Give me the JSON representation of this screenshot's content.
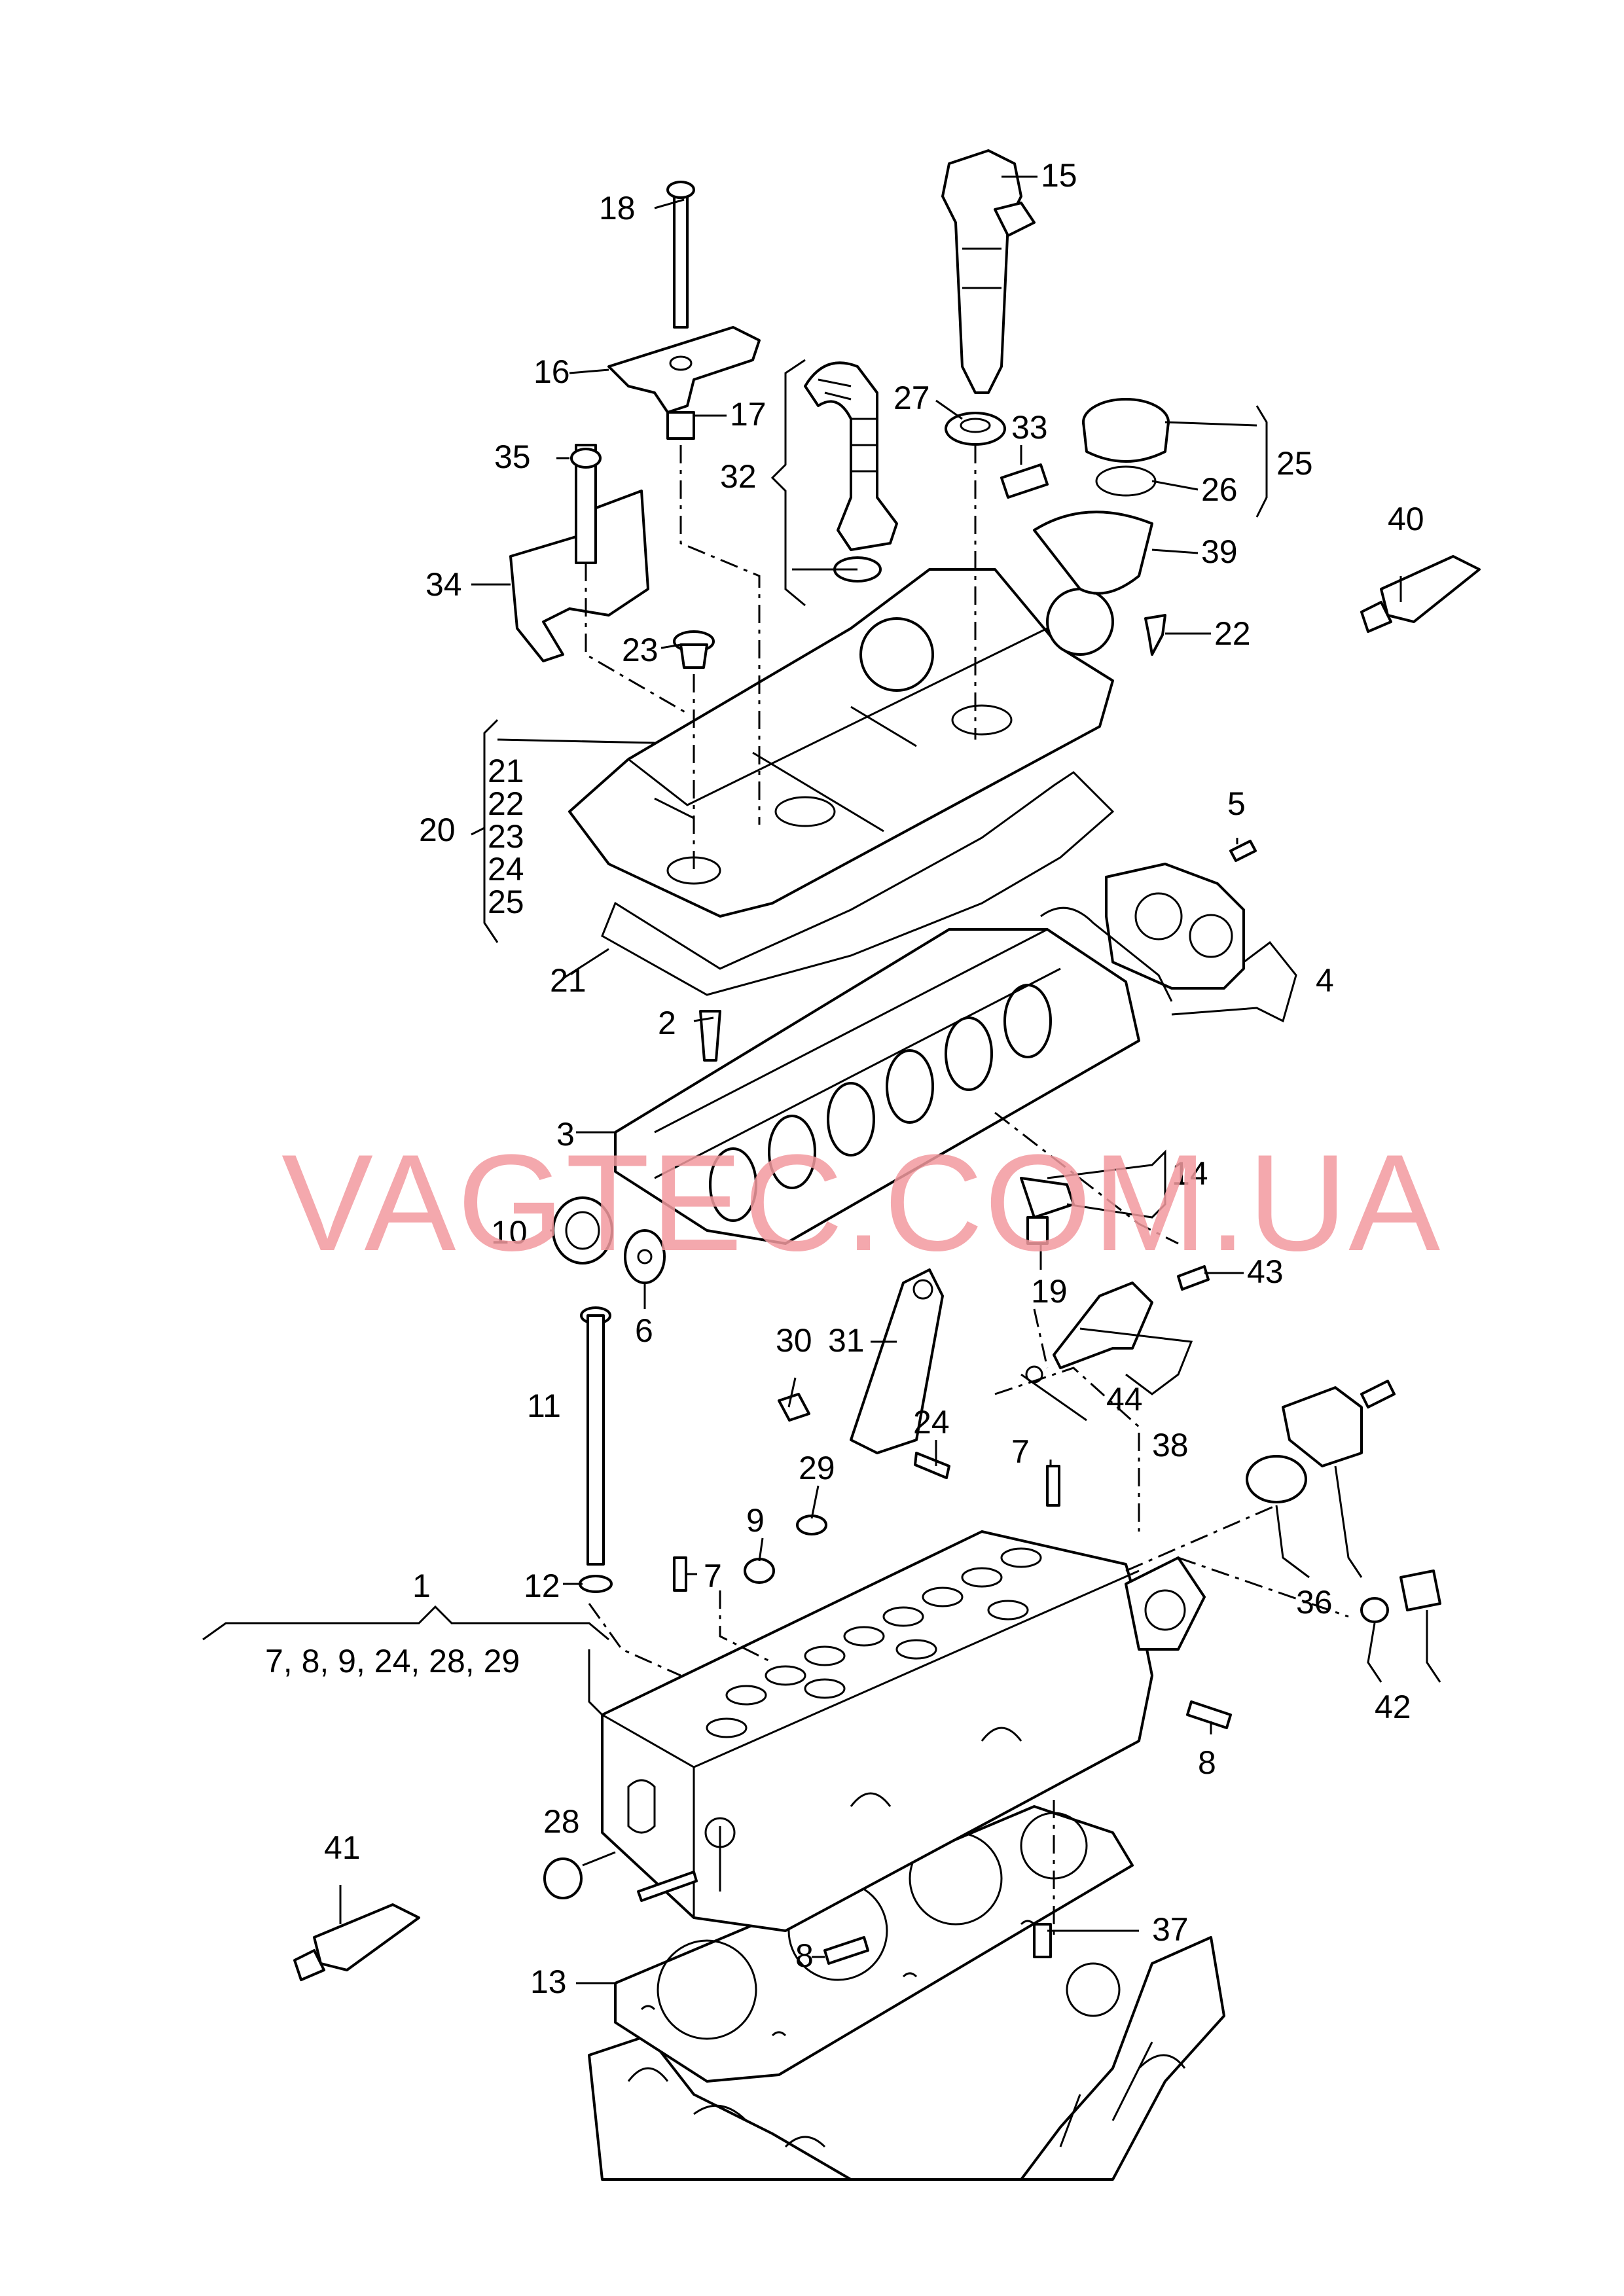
{
  "watermark": "VAGTEC.COM.UA",
  "labels": {
    "l1": "1",
    "l2": "2",
    "l3": "3",
    "l4": "4",
    "l5": "5",
    "l6": "6",
    "l7a": "7",
    "l7b": "7",
    "l8a": "8",
    "l8b": "8",
    "l9": "9",
    "l10": "10",
    "l11": "11",
    "l12": "12",
    "l13": "13",
    "l14": "14",
    "l15": "15",
    "l16": "16",
    "l17": "17",
    "l18": "18",
    "l19": "19",
    "l20": "20",
    "l21": "21",
    "l22": "22",
    "l23": "23",
    "l24": "24",
    "l25": "25",
    "l26": "26",
    "l27": "27",
    "l28": "28",
    "l29": "29",
    "l30": "30",
    "l31": "31",
    "l32": "32",
    "l33": "33",
    "l34": "34",
    "l35": "35",
    "l36": "36",
    "l37": "37",
    "l38": "38",
    "l39": "39",
    "l40": "40",
    "l41": "41",
    "l42": "42",
    "l43": "43",
    "l44": "44"
  },
  "group_20": [
    "21",
    "22",
    "23",
    "24",
    "25"
  ],
  "group_1": "7, 8, 9, 24, 28, 29"
}
